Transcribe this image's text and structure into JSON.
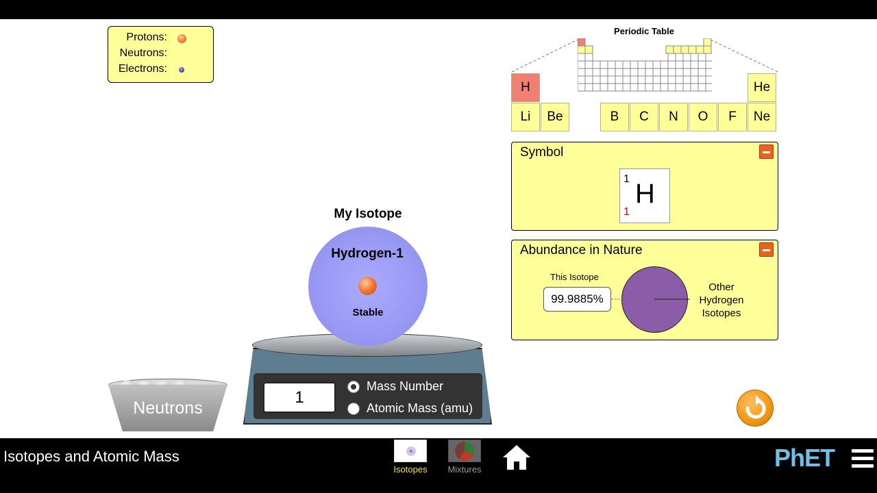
{
  "legend": {
    "protons_label": "Protons:",
    "neutrons_label": "Neutrons:",
    "electrons_label": "Electrons:"
  },
  "periodic_table": {
    "title": "Periodic Table",
    "elements": {
      "h": "H",
      "he": "He",
      "li": "Li",
      "be": "Be",
      "b": "B",
      "c": "C",
      "n": "N",
      "o": "O",
      "f": "F",
      "ne": "Ne"
    },
    "selected": "H"
  },
  "symbol_panel": {
    "title": "Symbol",
    "mass_number": "1",
    "atomic_number": "1",
    "element": "H"
  },
  "abundance_panel": {
    "title": "Abundance in Nature",
    "this_isotope_label": "This Isotope",
    "percent": "99.9885%",
    "other_label_1": "Other",
    "other_label_2": "Hydrogen",
    "other_label_3": "Isotopes",
    "pie_color": "#8b5ca8"
  },
  "isotope": {
    "heading": "My Isotope",
    "name": "Hydrogen-1",
    "stability": "Stable"
  },
  "scale": {
    "readout": "1",
    "option_mass_number": "Mass Number",
    "option_atomic_mass": "Atomic Mass (amu)",
    "selected": "Mass Number"
  },
  "bucket": {
    "label": "Neutrons"
  },
  "navbar": {
    "app_title": "Isotopes and Atomic Mass",
    "screen_isotopes": "Isotopes",
    "screen_mixtures": "Mixtures",
    "active_screen": "Isotopes",
    "logo": "PhET",
    "active_color": "#f2e916"
  }
}
